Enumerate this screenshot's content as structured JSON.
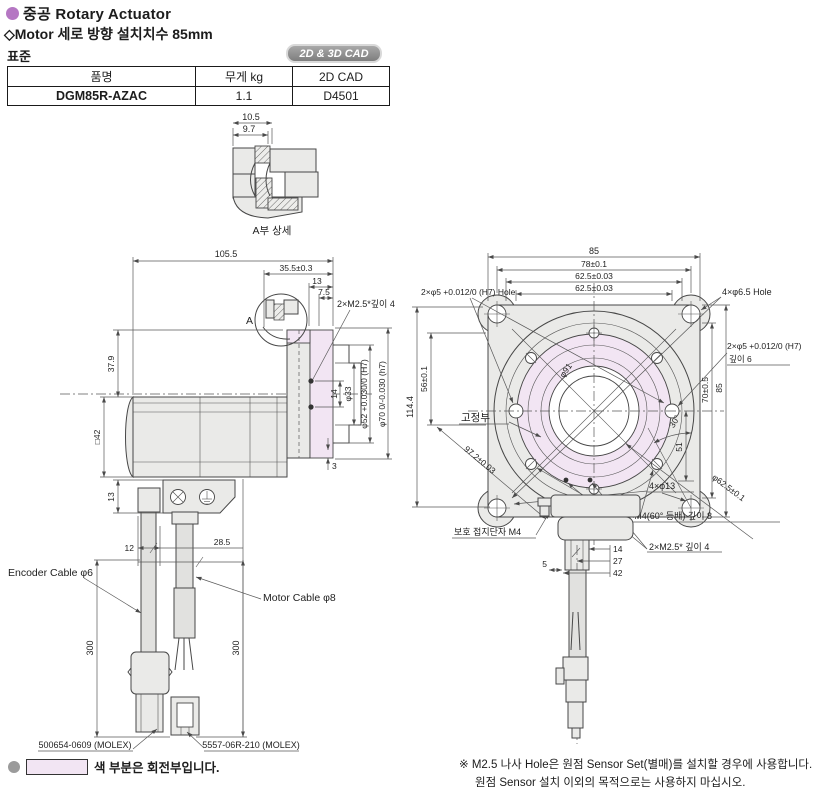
{
  "header": {
    "title": "중공 Rotary Actuator",
    "subtitle": "◇Motor 세로 방향   설치치수 85mm",
    "standard_label": "표준",
    "cad_badge": "2D & 3D CAD"
  },
  "spec_table": {
    "columns": [
      "품명",
      "무게 kg",
      "2D CAD"
    ],
    "row": {
      "name": "DGM85R-AZAC",
      "weight_kg": "1.1",
      "cad_code": "D4501"
    }
  },
  "detail_view": {
    "dim_outer": "10.5",
    "dim_inner": "9.7",
    "caption": "A부 상세"
  },
  "side_view": {
    "marker_a": "A",
    "dim_overall_length": "105.5",
    "dim_flange_depth": "35.5±0.3",
    "dim_13": "13",
    "dim_7_5": "7.5",
    "label_m25_holes": "2×M2.5*깊이 4",
    "dim_37_9": "37.9",
    "dim_square_42": "□42",
    "dim_block_13": "13",
    "dim_12": "12",
    "dim_28_5": "28.5",
    "dim_3": "3",
    "dim_14": "14",
    "dim_bore_33": "φ33",
    "dim_bore_52": "φ52 +0.030/0 (H7)",
    "dim_bore_70": "φ70 0/-0.030 (h7)",
    "encoder_cable_label": "Encoder Cable φ6",
    "motor_cable_label": "Motor Cable φ8",
    "encoder_cable_length": "300",
    "motor_cable_length": "300",
    "encoder_connector_label": "500654-0609 (MOLEX)",
    "motor_connector_label": "5557-06R-210 (MOLEX)"
  },
  "front_view": {
    "dim_width_85": "85",
    "dim_width_78": "78±0.1",
    "dim_width_70": "70±0.5",
    "dim_width_62_5": "62.5±0.03",
    "label_dowel_holes": "2×φ5 +0.012/0 (H7) Hole",
    "label_corner_holes": "4×φ6.5 Hole",
    "label_dowel_right": "2×φ5 +0.012/0 (H7)",
    "label_depth_6": "깊이 6",
    "dim_height_114_4": "114.4",
    "dim_height_56": "56±0.1",
    "label_fixed_part": "고정부",
    "dim_dia_91": "φ91",
    "dim_diag_97_2": "97.2±0.03",
    "dim_height_70": "70±0.5",
    "dim_height_85": "85",
    "dim_angle_30": "30°",
    "dim_51": "51",
    "dim_bc_62_5": "φ62.5±0.1",
    "label_holes_13": "4×φ13",
    "label_m4_holes": "6×M4(60° 등배) 깊이 8",
    "label_earth_terminal": "보호 접지단자 M4",
    "label_m25_holes": "2×M2.5* 깊이 4",
    "dim_5": "5",
    "dim_14": "14",
    "dim_27": "27",
    "dim_42": "42"
  },
  "legend": {
    "note": "색 부분은 회전부입니다."
  },
  "footnote": {
    "line1": "※ M2.5 나사 Hole은 원점 Sensor Set(별매)를 설치할 경우에 사용합니다.",
    "line2": "원점 Sensor 설치 이외의 목적으로는 사용하지 마십시오."
  },
  "colors": {
    "accent_purple": "#b577c3",
    "rotating_part_pink": "#f2e5f3",
    "body_gray": "#eaeae8",
    "badge_gray": "#8f8f8f"
  }
}
